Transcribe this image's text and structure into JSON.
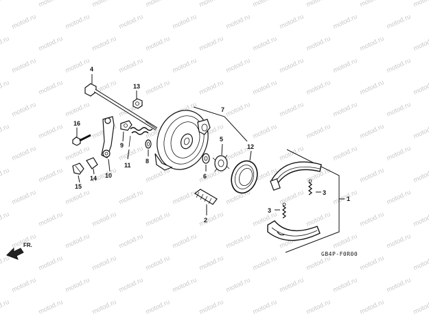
{
  "watermark": "motod.ru",
  "diagram_code": "GB4P-F0R00",
  "front_indicator": "FR.",
  "callouts": {
    "c1": "1",
    "c2": "2",
    "c3a": "3",
    "c3b": "3",
    "c4": "4",
    "c5": "5",
    "c6": "6",
    "c7": "7",
    "c8": "8",
    "c9": "9",
    "c10": "10",
    "c11": "11",
    "c12": "12",
    "c13": "13",
    "c14": "14",
    "c15": "15",
    "c16": "16"
  }
}
